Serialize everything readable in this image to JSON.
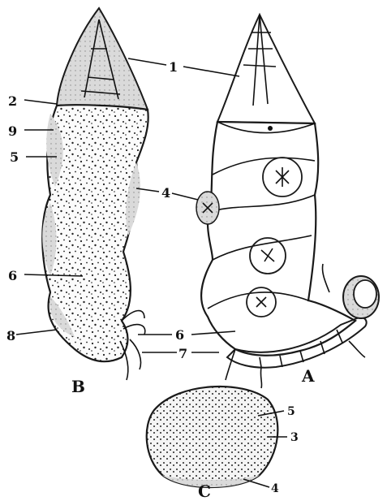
{
  "figure": {
    "panels": {
      "A": "A",
      "B": "B",
      "C": "C"
    },
    "labels": {
      "l1": "1",
      "l2": "2",
      "l3": "3",
      "l4a": "4",
      "l4b": "4",
      "l5a": "5",
      "l5b": "5",
      "l6a": "6",
      "l6b": "6",
      "l7": "7",
      "l8": "8",
      "l9": "9"
    }
  }
}
